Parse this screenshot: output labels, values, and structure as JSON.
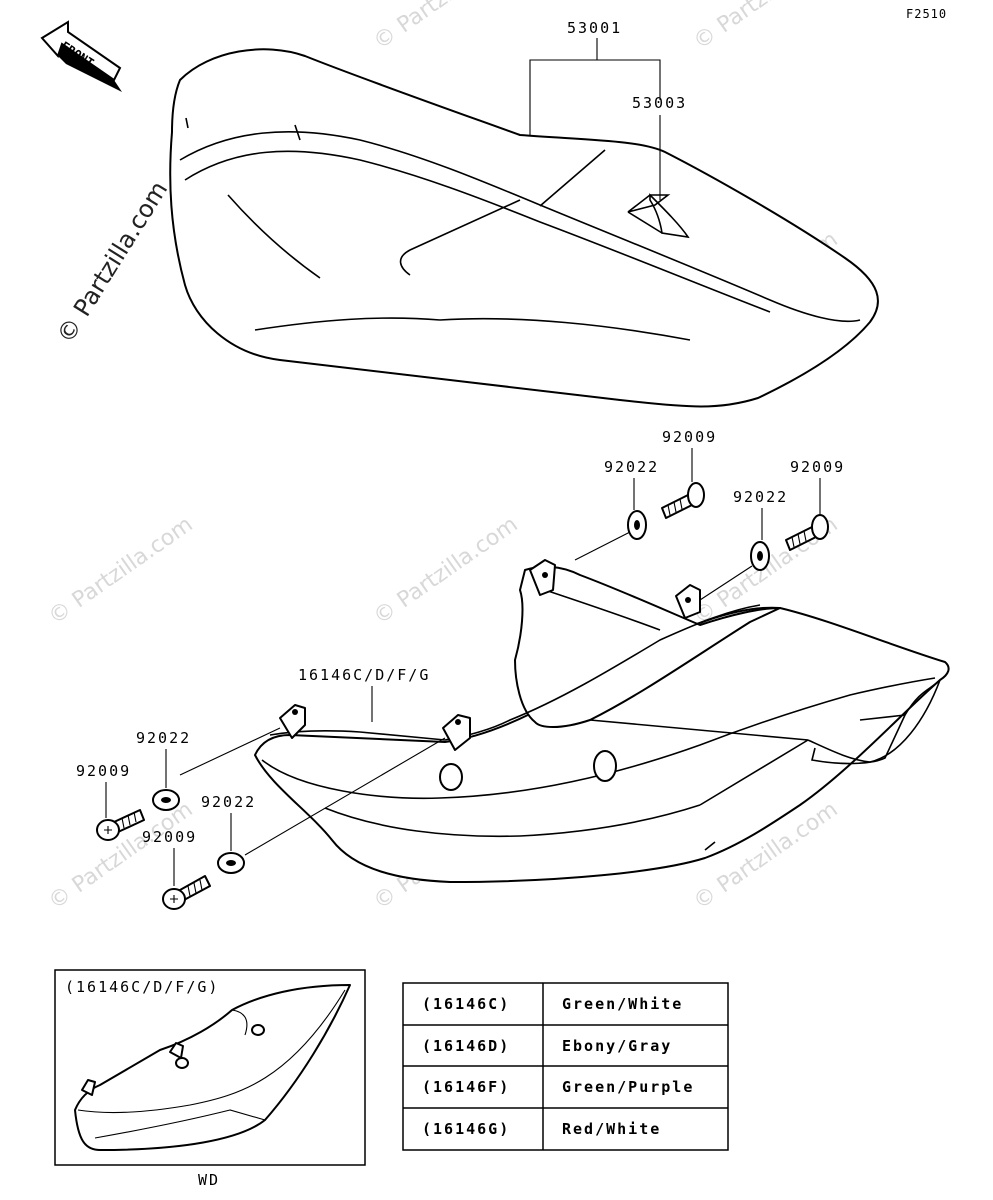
{
  "figure_code": "F2510",
  "front_arrow_label": "FRONT",
  "watermark": "© Partzilla.com",
  "callouts": {
    "seat": "53001",
    "seat_sub": "53003",
    "cover": "16146C/D/F/G",
    "bolt_top_left": "92009",
    "washer_top_left": "92022",
    "washer_top_right": "92022",
    "bolt_top_right": "92009",
    "washer_mid_left": "92022",
    "bolt_mid_left": "92009",
    "washer_low": "92022",
    "bolt_low": "92009"
  },
  "inset": {
    "title": "(16146C/D/F/G)",
    "caption": "WD"
  },
  "color_table": [
    {
      "code": "(16146C)",
      "color": "Green/White"
    },
    {
      "code": "(16146D)",
      "color": "Ebony/Gray"
    },
    {
      "code": "(16146F)",
      "color": "Green/Purple"
    },
    {
      "code": "(16146G)",
      "color": "Red/White"
    }
  ]
}
